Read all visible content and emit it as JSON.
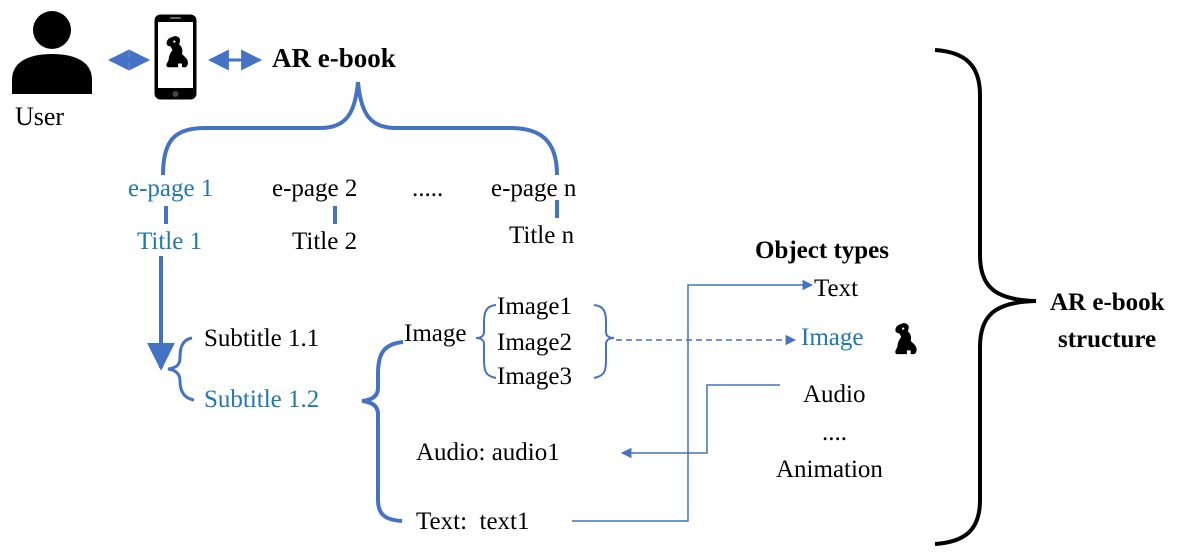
{
  "colors": {
    "accent": "#4472c4",
    "highlight_text": "#1f77b4",
    "text": "#000000"
  },
  "icons": {
    "user": "user-silhouette-icon",
    "phone": "smartphone-icon",
    "dog": "dog-icon"
  },
  "user_label": "User",
  "ebook_label": "AR e-book",
  "structure_label_line1": "AR e-book",
  "structure_label_line2": "structure",
  "pages": [
    {
      "page": "e-page 1",
      "title": "Title 1"
    },
    {
      "page": "e-page 2",
      "title": "Title 2"
    },
    {
      "page": "e-page n",
      "title": "Title n"
    }
  ],
  "pages_ellipsis": ".....",
  "subtitles": [
    "Subtitle 1.1",
    "Subtitle 1.2"
  ],
  "image_group_label": "Image",
  "images": [
    "Image1",
    "Image2",
    "Image3"
  ],
  "audio_item": "Audio: audio1",
  "text_item": "Text:  text1",
  "object_types": {
    "heading": "Object types",
    "items": [
      "Text",
      "Image",
      "Audio",
      "....",
      "Animation"
    ]
  }
}
